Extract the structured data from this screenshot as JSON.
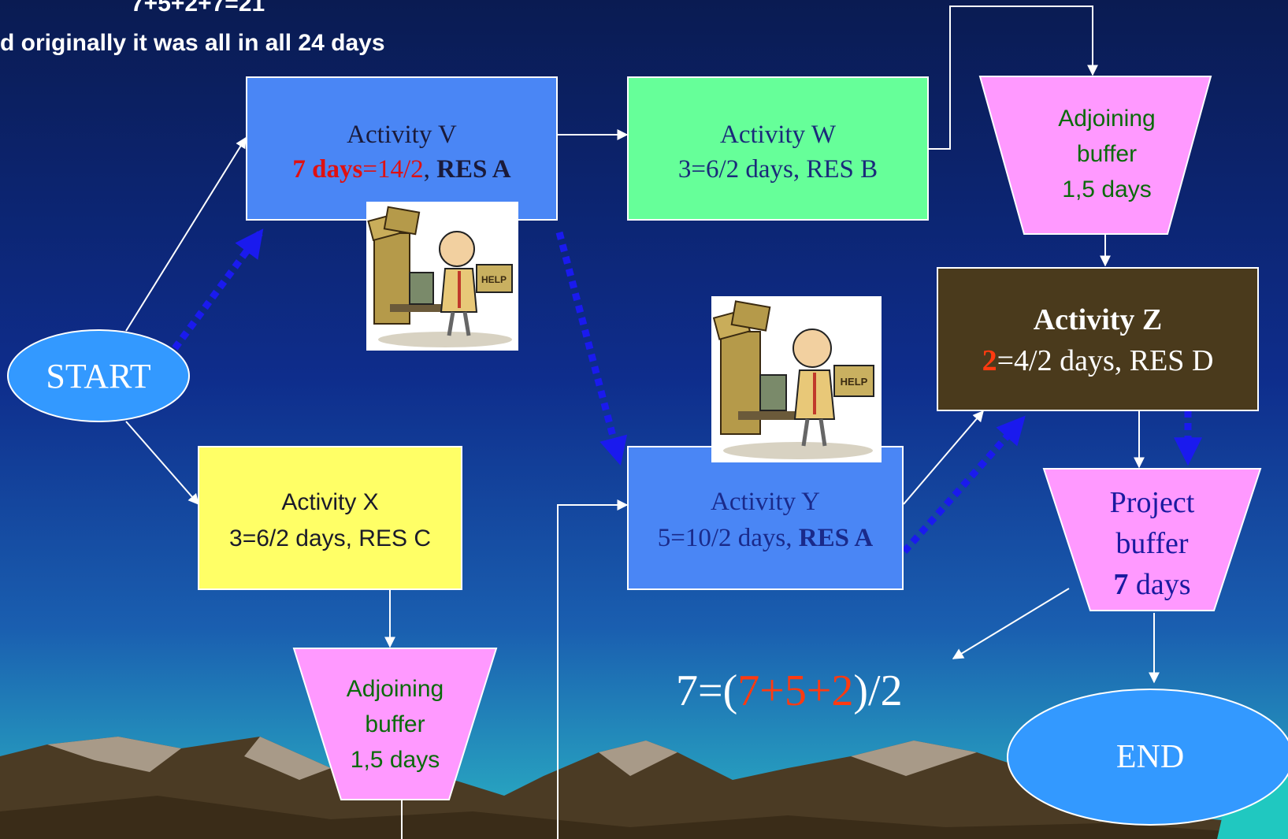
{
  "notes": {
    "sum_line": "7+5+2+7=21",
    "original_line": "d  originally it was all in all 24 days"
  },
  "start": "START",
  "end": "END",
  "activity_v": {
    "name": "Activity V",
    "days_prefix": "7 days",
    "days_rest": "=14/2",
    "sep": ", ",
    "res": "RES  A"
  },
  "activity_w": {
    "name": "Activity W",
    "detail": "3=6/2 days, RES B"
  },
  "activity_x": {
    "name": "Activity X",
    "detail": "3=6/2 days, RES C"
  },
  "activity_y": {
    "name": "Activity Y",
    "detail_prefix": "5=10/2 days, ",
    "res": "RES A"
  },
  "activity_z": {
    "name": "Activity Z",
    "days_prefix": "2",
    "days_rest": "=4/2 days, RES D"
  },
  "buffer_top": {
    "line1": "Adjoining",
    "line2": "buffer",
    "line3": "1,5 days"
  },
  "buffer_bottom": {
    "line1": "Adjoining",
    "line2": "buffer",
    "line3": "1,5 days"
  },
  "project_buffer": {
    "line1": "Project",
    "line2": "buffer",
    "line3_bold": "7",
    "line3_rest": " days"
  },
  "formula": {
    "lead": "7=(",
    "inner": "7+5+2",
    "tail": ")/2"
  },
  "help_sign": "HELP",
  "colors": {
    "sky_top": "#0a1b52",
    "sky_bottom": "#1fa9c9",
    "activity_blue": "#4a86f5",
    "activity_green": "#66ff99",
    "activity_yellow": "#ffff66",
    "activity_brown": "#4a3a1c",
    "buffer_pink": "#ff99ff",
    "ellipse_blue": "#3399ff",
    "critical_chain": "#1a1aee"
  }
}
